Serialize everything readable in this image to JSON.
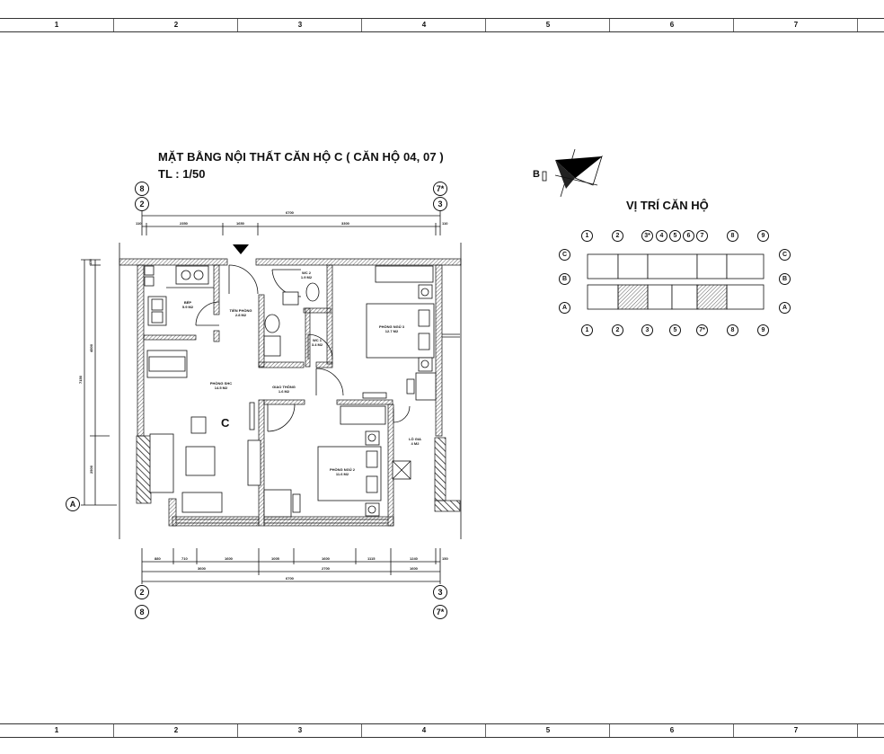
{
  "frame": {
    "columns": [
      "1",
      "2",
      "3",
      "4",
      "5",
      "6",
      "7"
    ],
    "column_dividers_x": [
      126,
      264,
      402,
      540,
      678,
      816,
      954
    ]
  },
  "drawing": {
    "title": "MẶT BẰNG NỘI THẤT CĂN HỘ C ( CĂN HỘ 04, 07 )",
    "scale": "TL : 1/50",
    "unit_label": "C",
    "top_axes": {
      "left_upper": "8",
      "left_lower": "2",
      "right_upper": "7*",
      "right_lower": "3"
    },
    "bottom_axes": {
      "left_upper": "2",
      "left_lower": "8",
      "right_upper": "3",
      "right_lower": "7*"
    },
    "side_axis": "A",
    "top_dimensions": {
      "overall": "6700",
      "segments": [
        "110",
        "2350",
        "1650",
        "3300",
        "110"
      ]
    },
    "bottom_dimensions": {
      "row1": [
        "880",
        "710",
        "1600",
        "1005",
        "1600",
        "1115",
        "1240",
        "150"
      ],
      "row2": [
        "3600",
        "2700",
        "1600"
      ],
      "overall": "6700"
    },
    "left_dimensions": {
      "overall": "7150",
      "segments": [
        "150",
        "4500",
        "2500"
      ]
    },
    "rooms": [
      {
        "name": "BẾP",
        "area": "5.9 M2"
      },
      {
        "name": "TIỀN PHÒNG",
        "area": "2.8 M2"
      },
      {
        "name": "WC 2",
        "area": "1.9 M2"
      },
      {
        "name": "WC 1",
        "area": "3.4 M2"
      },
      {
        "name": "PHÒNG NGỦ 3",
        "area": "12.7 M2"
      },
      {
        "name": "PHÒNG SHC",
        "area": "14.5 M2"
      },
      {
        "name": "GIAO THÔNG",
        "area": "1.6 M2"
      },
      {
        "name": "PHÒNG NGỦ 2",
        "area": "11.6 M2"
      },
      {
        "name": "LÔ GIA",
        "area": "4 M2"
      }
    ]
  },
  "key_plan": {
    "title": "VỊ TRÍ CĂN HỘ",
    "north_label": "B",
    "top_axes": [
      "1",
      "2",
      "3*",
      "4",
      "5",
      "6",
      "7",
      "8",
      "9"
    ],
    "bottom_axes": [
      "1",
      "2",
      "3",
      "5",
      "7*",
      "8",
      "9"
    ],
    "row_axes": [
      "C",
      "B",
      "A"
    ],
    "highlight_color": "#555555"
  }
}
